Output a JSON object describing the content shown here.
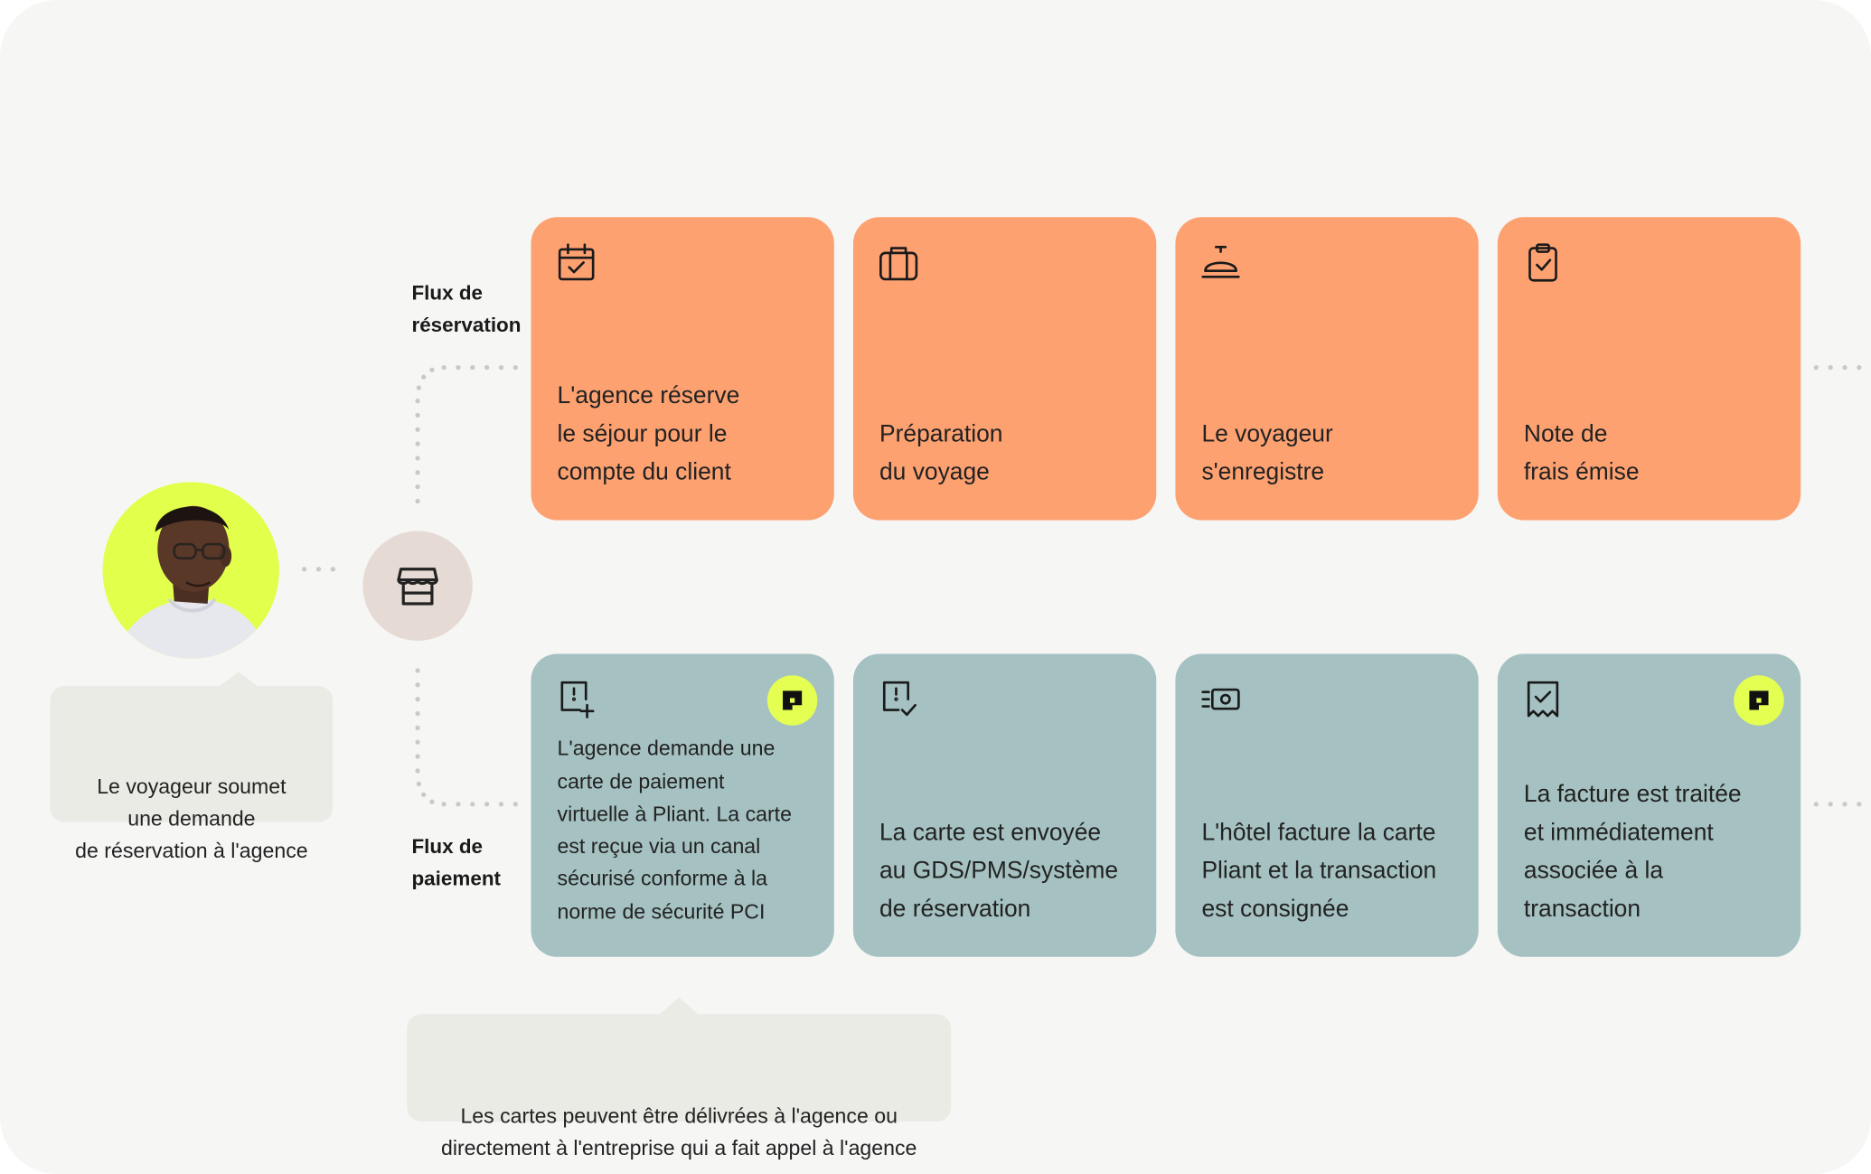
{
  "colors": {
    "panel_bg": "#f6f6f5",
    "booking_card": "#fda171",
    "payment_card": "#a5c1c1",
    "avatar_bg": "#e2ff4c",
    "store_bg": "#e5dbd4",
    "badge_bg": "#e4ff52",
    "bubble_bg": "#ebebe6",
    "connector_dots": "#c9c9c5"
  },
  "traveler": {
    "avatar": "traveler-photo",
    "caption": "Le voyageur soumet\nune demande\nde réservation à l'agence"
  },
  "agency": {
    "icon": "storefront-icon"
  },
  "booking_flow": {
    "label_line1": "Flux de",
    "label_line2": "réservation",
    "cards": [
      {
        "icon": "calendar-check-icon",
        "text": "L'agence réserve\nle séjour pour le\ncompte du client"
      },
      {
        "icon": "briefcase-icon",
        "text": "Préparation\ndu voyage"
      },
      {
        "icon": "service-bell-icon",
        "text": "Le voyageur\ns'enregistre"
      },
      {
        "icon": "clipboard-check-icon",
        "text": "Note de\nfrais émise"
      }
    ]
  },
  "payment_flow": {
    "label_line1": "Flux de",
    "label_line2": "paiement",
    "cards": [
      {
        "icon": "card-add-icon",
        "badge": "pliant-logo",
        "text": "L'agence demande une\ncarte de paiement\nvirtuelle à Pliant. La carte\nest reçue via un canal\nsécurisé conforme à la\nnorme de sécurité PCI"
      },
      {
        "icon": "card-check-icon",
        "text": "La carte est envoyée\nau GDS/PMS/système\nde réservation"
      },
      {
        "icon": "cash-icon",
        "text": "L'hôtel facture la carte\nPliant et la transaction\nest consignée"
      },
      {
        "icon": "receipt-check-icon",
        "badge": "pliant-logo",
        "text": "La facture est traitée\net immédiatement\nassociée à la\ntransaction"
      }
    ]
  },
  "cards_note": "Les cartes peuvent être délivrées à l'agence ou\ndirectement à l'entreprise qui a fait appel à l'agence"
}
